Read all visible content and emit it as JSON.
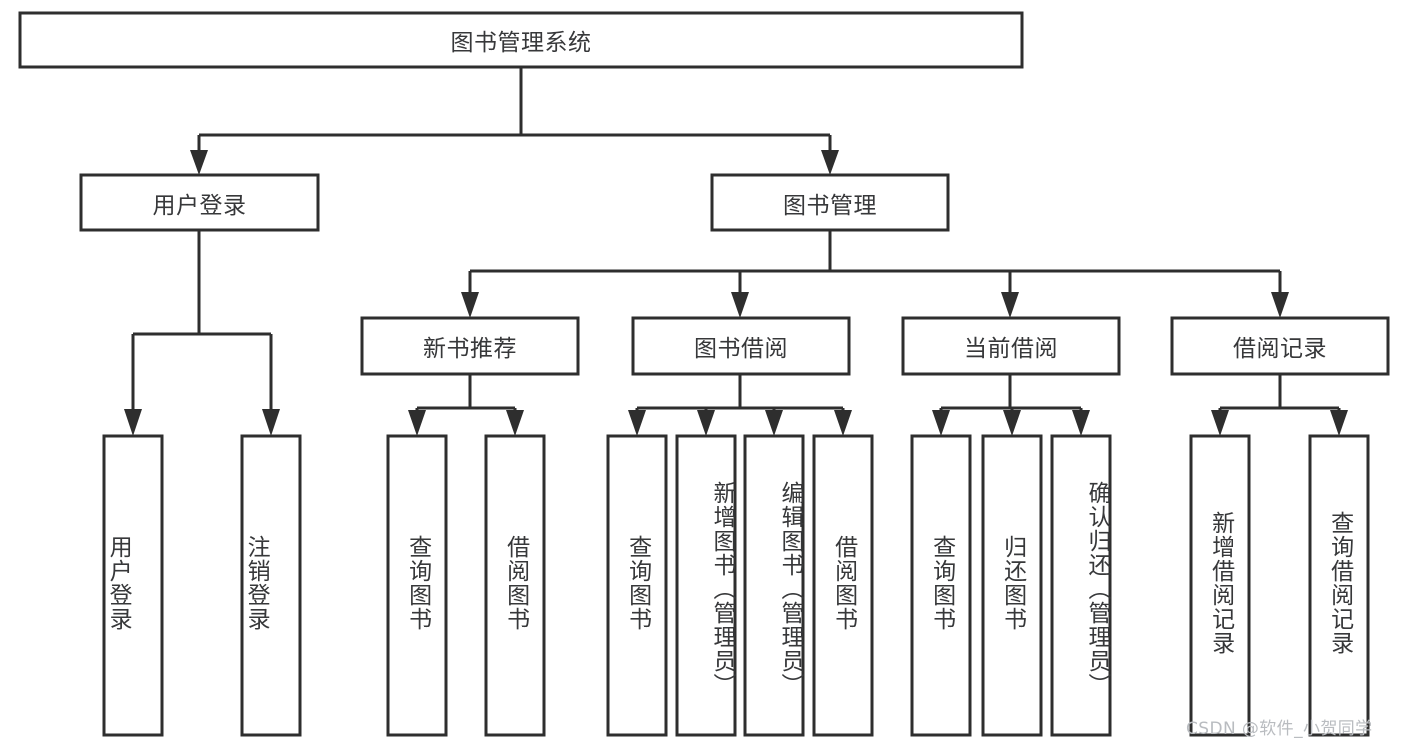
{
  "diagram": {
    "title": "图书管理系统",
    "type": "hierarchy-tree",
    "root": {
      "id": "root",
      "label": "图书管理系统",
      "level": 0
    },
    "level1": [
      {
        "id": "user-login",
        "label": "用户登录"
      },
      {
        "id": "book-management",
        "label": "图书管理"
      }
    ],
    "level2": [
      {
        "id": "new-book-recommend",
        "label": "新书推荐",
        "parent": "book-management"
      },
      {
        "id": "book-borrow",
        "label": "图书借阅",
        "parent": "book-management"
      },
      {
        "id": "current-borrow",
        "label": "当前借阅",
        "parent": "book-management"
      },
      {
        "id": "borrow-record",
        "label": "借阅记录",
        "parent": "book-management"
      }
    ],
    "leaves": {
      "user-login": [
        {
          "id": "leaf-user-login",
          "label": "用户登录"
        },
        {
          "id": "leaf-user-logout",
          "label": "注销登录"
        }
      ],
      "new-book-recommend": [
        {
          "id": "leaf-query-book-1",
          "label": "查询图书"
        },
        {
          "id": "leaf-borrow-book-1",
          "label": "借阅图书"
        }
      ],
      "book-borrow": [
        {
          "id": "leaf-query-book-2",
          "label": "查询图书"
        },
        {
          "id": "leaf-add-book",
          "label": "新增图书（管理员）"
        },
        {
          "id": "leaf-edit-book",
          "label": "编辑图书（管理员）"
        },
        {
          "id": "leaf-borrow-book-2",
          "label": "借阅图书"
        }
      ],
      "current-borrow": [
        {
          "id": "leaf-query-book-3",
          "label": "查询图书"
        },
        {
          "id": "leaf-return-book",
          "label": "归还图书"
        },
        {
          "id": "leaf-confirm-return",
          "label": "确认归还（管理员）"
        }
      ],
      "borrow-record": [
        {
          "id": "leaf-add-record",
          "label": "新增借阅记录"
        },
        {
          "id": "leaf-query-record",
          "label": "查询借阅记录"
        }
      ]
    },
    "colors": {
      "box_stroke": "#2e2e2e",
      "box_fill": "#ffffff",
      "text": "#37383a",
      "background": "#ffffff",
      "watermark": "#b9bcc0"
    }
  },
  "watermark": {
    "text": "CSDN @软件_小贺同学"
  }
}
